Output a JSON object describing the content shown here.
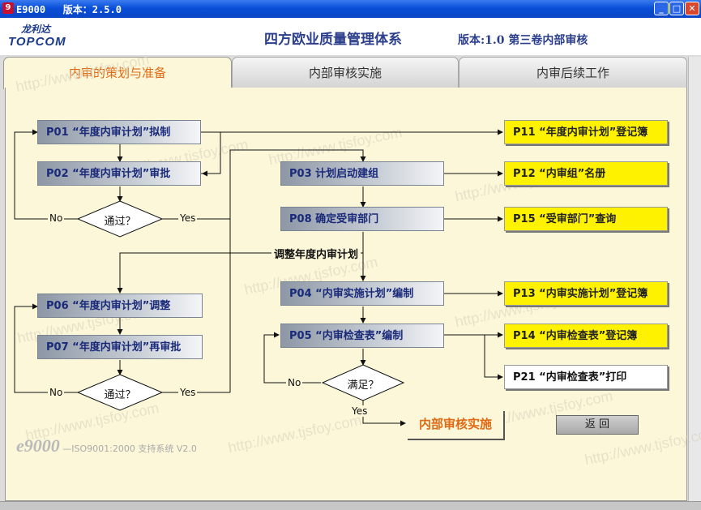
{
  "window": {
    "app_icon": "9",
    "title": "E9000   版本：2.5.0"
  },
  "header": {
    "logo_cn": "龙利达",
    "logo_en": "TOPCOM",
    "title": "四方欧业质量管理体系",
    "version": "版本:1.0  第三卷内部审核"
  },
  "tabs": [
    {
      "label": "内审的策划与准备"
    },
    {
      "label": "内部审核实施"
    },
    {
      "label": "内审后续工作"
    }
  ],
  "flow": {
    "p01": "P01 “年度内审计划”拟制",
    "p02": "P02 “年度内审计划”审批",
    "p03": "P03  计划启动建组",
    "p08": "P08  确定受审部门",
    "p04": "P04 “内审实施计划”编制",
    "p05": "P05 “内审检查表”编制",
    "p06": "P06 “年度内审计划”调整",
    "p07": "P07 “年度内审计划”再审批",
    "p11": "P11 “年度内审计划”登记簿",
    "p12": "P12 “内审组”名册",
    "p15": "P15 “受审部门”查询",
    "p13": "P13 “内审实施计划”登记簿",
    "p14": "P14 “内审检查表”登记簿",
    "p21": "P21 “内审检查表”打印",
    "decision1": "通过？",
    "decision2": "通过？",
    "decision3": "满足？",
    "no": "No",
    "yes": "Yes",
    "adjust": "调整年度内审计划"
  },
  "buttons": {
    "next": "内部审核实施",
    "back": "返   回"
  },
  "footer": {
    "brand": "e9000",
    "text": "—ISO9001:2000 支持系统 V2.0"
  },
  "watermark": "http://www.tjsfoy.com"
}
